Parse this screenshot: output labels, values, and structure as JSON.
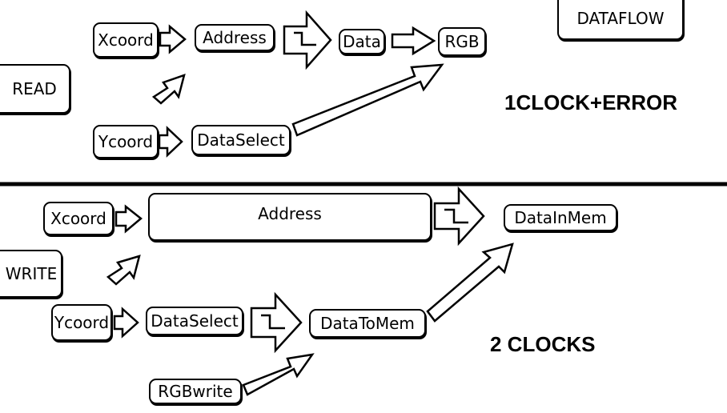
{
  "dataflow_label": "DATAFLOW",
  "read": {
    "section_label": "READ",
    "timing": "1CLOCK+ERROR",
    "xcoord": "Xcoord",
    "ycoord": "Ycoord",
    "address": "Address",
    "data": "Data",
    "rgb": "RGB",
    "data_select": "DataSelect"
  },
  "write": {
    "section_label": "WRITE",
    "timing": "2 CLOCKS",
    "xcoord": "Xcoord",
    "ycoord": "Ycoord",
    "address": "Address",
    "data_in_mem": "DataInMem",
    "data_select": "DataSelect",
    "data_to_mem": "DataToMem",
    "rgb_write": "RGBwrite"
  }
}
